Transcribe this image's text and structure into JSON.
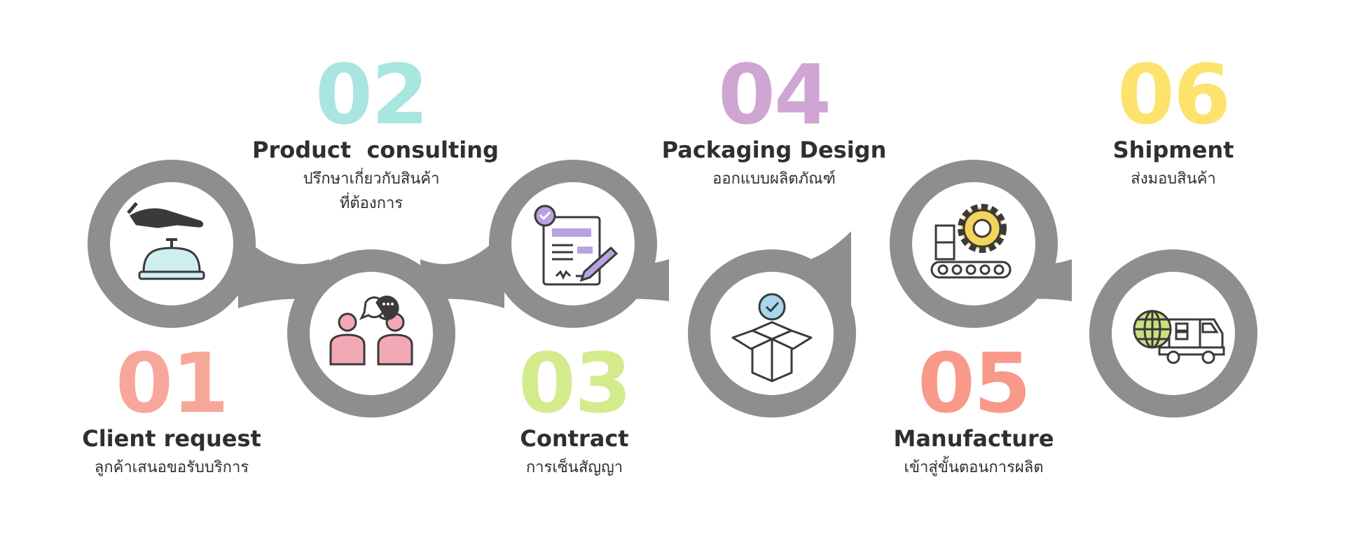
{
  "colors": {
    "track": "#8e8e8e",
    "circle_fill": "#ffffff",
    "icon_stroke": "#3a3a3a"
  },
  "steps": [
    {
      "number": "01",
      "title": "Client request",
      "subtitle": "ลูกค้าเสนอขอรับบริการ",
      "subtitle2": "",
      "color": "#f7a79a",
      "icon": "service-bell-icon"
    },
    {
      "number": "02",
      "title": "Product  consulting",
      "subtitle": "ปรึกษาเกี่ยวกับสินค้า",
      "subtitle2": "ที่ต้องการ",
      "color": "#a8e6df",
      "icon": "consultation-people-icon"
    },
    {
      "number": "03",
      "title": "Contract",
      "subtitle": "การเซ็นสัญญา",
      "subtitle2": "",
      "color": "#d3eb8c",
      "icon": "contract-signing-icon"
    },
    {
      "number": "04",
      "title": "Packaging Design",
      "subtitle": "ออกแบบผลิตภัณฑ์",
      "subtitle2": "",
      "color": "#cfa5d3",
      "icon": "package-box-icon"
    },
    {
      "number": "05",
      "title": "Manufacture",
      "subtitle": "เข้าสู่ขั้นตอนการผลิต",
      "subtitle2": "",
      "color": "#f9998a",
      "icon": "factory-gear-icon"
    },
    {
      "number": "06",
      "title": "Shipment",
      "subtitle": "ส่งมอบสินค้า",
      "subtitle2": "",
      "color": "#fde36e",
      "icon": "delivery-truck-icon"
    }
  ]
}
